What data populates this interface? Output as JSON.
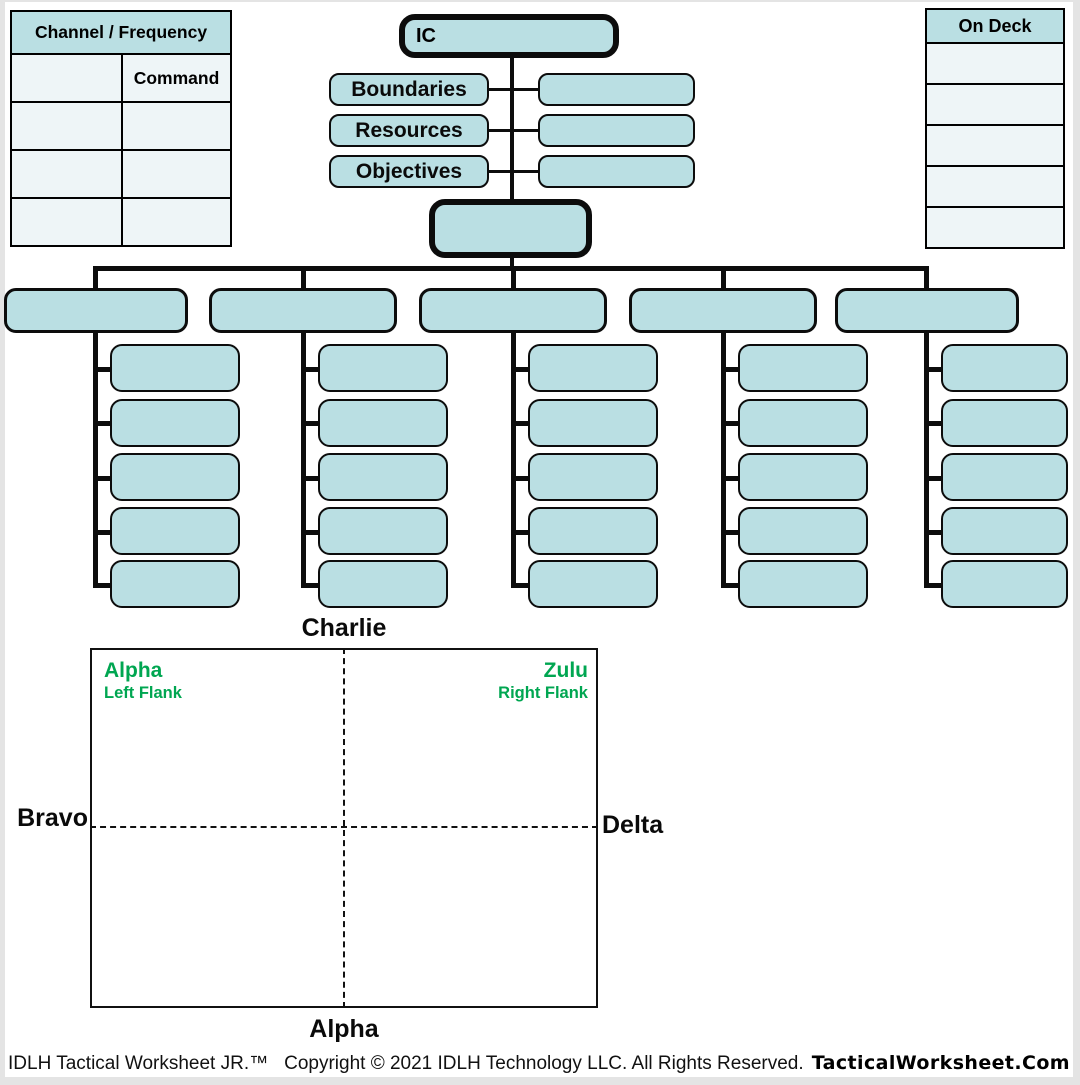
{
  "colors": {
    "box_fill_teal": "#badfe3",
    "cell_fill_light": "#eef5f7",
    "line_black": "#0d0d0d",
    "flank_green": "#00a651"
  },
  "channel_table": {
    "header": "Channel / Frequency",
    "rows": [
      {
        "channel": "",
        "assignment": "Command"
      },
      {
        "channel": "",
        "assignment": ""
      },
      {
        "channel": "",
        "assignment": ""
      },
      {
        "channel": "",
        "assignment": ""
      }
    ]
  },
  "on_deck": {
    "header": "On Deck",
    "rows": [
      "",
      "",
      "",
      "",
      ""
    ]
  },
  "command_chart": {
    "ic_label": "IC",
    "fields": [
      {
        "label": "Boundaries",
        "value": ""
      },
      {
        "label": "Resources",
        "value": ""
      },
      {
        "label": "Objectives",
        "value": ""
      }
    ],
    "operations_value": ""
  },
  "org_chart": {
    "divisions": [
      {
        "name": "",
        "units": [
          "",
          "",
          "",
          "",
          ""
        ]
      },
      {
        "name": "",
        "units": [
          "",
          "",
          "",
          "",
          ""
        ]
      },
      {
        "name": "",
        "units": [
          "",
          "",
          "",
          "",
          ""
        ]
      },
      {
        "name": "",
        "units": [
          "",
          "",
          "",
          "",
          ""
        ]
      },
      {
        "name": "",
        "units": [
          "",
          "",
          "",
          "",
          ""
        ]
      }
    ]
  },
  "tactical_map": {
    "top_label": "Charlie",
    "left_label": "Bravo",
    "right_label": "Delta",
    "bottom_label": "Alpha",
    "top_left_corner": {
      "title": "Alpha",
      "subtitle": "Left Flank"
    },
    "top_right_corner": {
      "title": "Zulu",
      "subtitle": "Right Flank"
    }
  },
  "footer": {
    "product": "IDLH Tactical Worksheet JR.™",
    "copyright": "Copyright © 2021 IDLH Technology LLC. All Rights Reserved.",
    "brand": "TacticalWorksheet.Com"
  }
}
